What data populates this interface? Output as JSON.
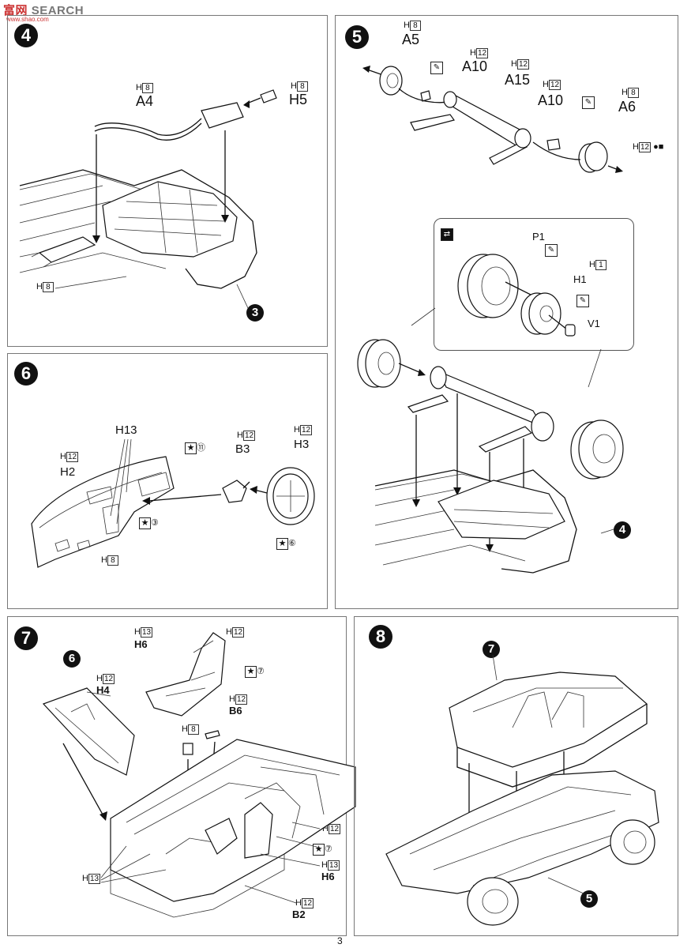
{
  "watermark": {
    "logo": "富",
    "site": "网",
    "text": "SEARCH",
    "url": "www.shao.com"
  },
  "page_number": "3",
  "steps": {
    "s4": {
      "num": "4",
      "ref": "3",
      "labels": {
        "a4": "A4",
        "h5": "H5"
      },
      "runners": {
        "a4": {
          "tree": "H",
          "n": "8"
        },
        "h5": {
          "tree": "H",
          "n": "8"
        },
        "pipe": {
          "tree": "H",
          "n": "8"
        }
      }
    },
    "s5": {
      "num": "5",
      "ref": "4",
      "labels": {
        "a5": "A5",
        "a10a": "A10",
        "a15": "A15",
        "a10b": "A10",
        "a6": "A6",
        "p1": "P1",
        "h1": "H1",
        "v1": "V1"
      },
      "runners": {
        "a5": {
          "tree": "H",
          "n": "8"
        },
        "a10a": {
          "tree": "H",
          "n": "12"
        },
        "a15": {
          "tree": "H",
          "n": "12"
        },
        "a10b": {
          "tree": "H",
          "n": "12"
        },
        "a6": {
          "tree": "H",
          "n": "8"
        },
        "a6paint": {
          "tree": "H",
          "n": "12"
        },
        "h1": {
          "tree": "H",
          "n": "1"
        }
      }
    },
    "s6": {
      "num": "6",
      "labels": {
        "h13": "H13",
        "h2": "H2",
        "b3": "B3",
        "h3": "H3"
      },
      "runners": {
        "h2": {
          "tree": "H",
          "n": "12"
        },
        "b3": {
          "tree": "H",
          "n": "12"
        },
        "h3": {
          "tree": "H",
          "n": "12"
        },
        "h8": {
          "tree": "H",
          "n": "8"
        }
      },
      "paints": {
        "p11": "⑪",
        "p3": "③",
        "p6": "⑥"
      }
    },
    "s7": {
      "num": "7",
      "ref": "6",
      "labels": {
        "h6a": "H6",
        "h4": "H4",
        "b6": "B6",
        "h6b": "H6",
        "b2": "B2"
      },
      "runners": {
        "h6a": {
          "tree": "H",
          "n": "13"
        },
        "h6a2": {
          "tree": "H",
          "n": "12"
        },
        "h4": {
          "tree": "H",
          "n": "12"
        },
        "b6": {
          "tree": "H",
          "n": "12"
        },
        "h8": {
          "tree": "H",
          "n": "8"
        },
        "h12r": {
          "tree": "H",
          "n": "12"
        },
        "h6b": {
          "tree": "H",
          "n": "13"
        },
        "h13l": {
          "tree": "H",
          "n": "13"
        },
        "b2": {
          "tree": "H",
          "n": "12"
        }
      },
      "paints": {
        "p7a": "⑦",
        "p7b": "⑦"
      }
    },
    "s8": {
      "num": "8",
      "ref_top": "7",
      "ref_bottom": "5"
    }
  }
}
